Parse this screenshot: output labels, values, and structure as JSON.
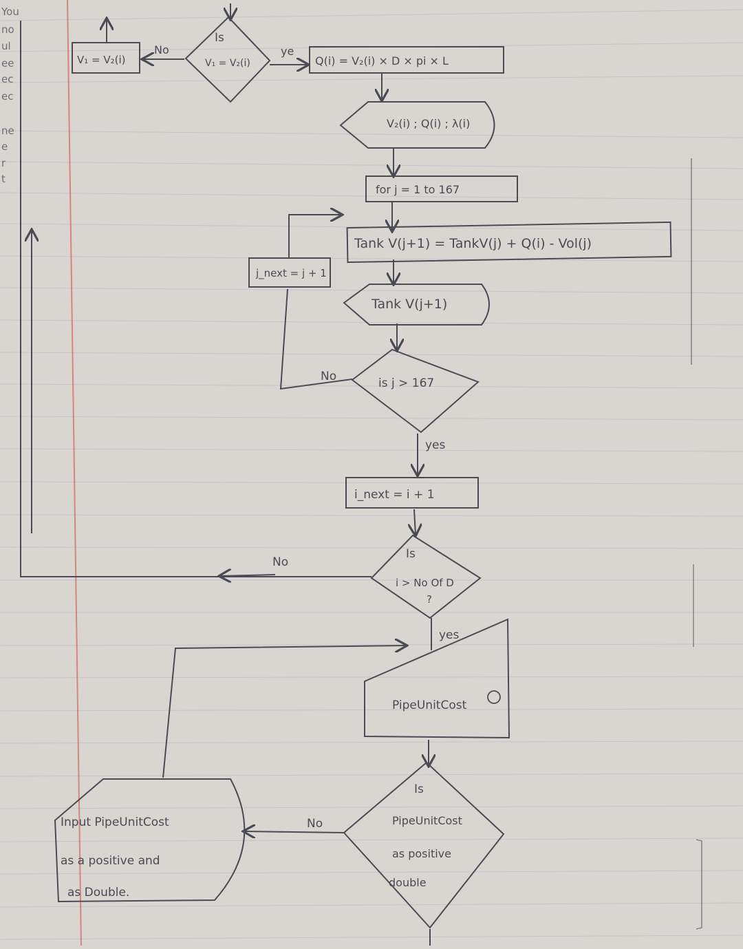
{
  "margin_notes": [
    "You",
    "no",
    "ul",
    "ee",
    "ec",
    "ec",
    "ne",
    "e",
    "r",
    "t"
  ],
  "decision_v1": {
    "line1": "Is",
    "line2": "V₁ = V₂(i)"
  },
  "label_no_top": "No",
  "label_yes_top": "ye",
  "assign_v1": "V₁ = V₂(i)",
  "flow_calc": "Q(i) = V₂(i) × D × pi × L",
  "output_q": "V₂(i) ; Q(i) ; λ(i)",
  "loop_for": "for j = 1 to 167",
  "tank_update": "Tank V(j+1) = TankV(j) + Q(i) - Vol(j)",
  "j_next": "j_next = j + 1",
  "output_tank": "Tank V(j+1)",
  "decision_j": "is  j > 167",
  "label_no_j": "No",
  "label_yes_j": "yes",
  "i_next": "i_next = i + 1",
  "decision_i": {
    "line1": "Is",
    "line2": "i > No Of D",
    "line3": "?"
  },
  "label_no_i": "No",
  "label_yes_i": "yes",
  "pipe_input": "PipeUnitCost",
  "decision_cost": {
    "line1": "Is",
    "line2": "PipeUnitCost",
    "line3": "as positive",
    "line4": "double"
  },
  "label_no_cost": "No",
  "input_prompt": {
    "line1": "Input  PipeUnitCost",
    "line2": "as  a  positive  and",
    "line3": "as  Double."
  },
  "colors": {
    "paper": "#d9d6d1",
    "ink": "#4a4a55",
    "rule_line": "#b7bfcc",
    "margin_line": "#d36a6a"
  }
}
